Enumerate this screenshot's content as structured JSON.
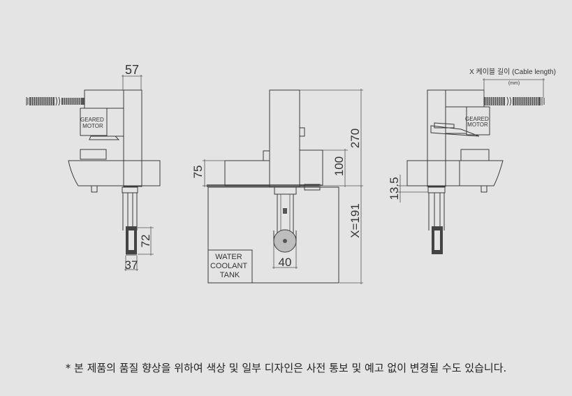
{
  "labels": {
    "geared_motor_left": [
      "GEARED",
      "MOTOR"
    ],
    "geared_motor_right": [
      "GEARED",
      "MOTOR"
    ],
    "water_tank": [
      "WATER",
      "COOLANT",
      "TANK"
    ],
    "cable_length": "X 케이블 길이 (Cable length)",
    "cable_unit": "(mm)"
  },
  "dimensions": {
    "top_width": "57",
    "blade_height": "72",
    "blade_width": "37",
    "base_height": "75",
    "total_height": "270",
    "mid_height": "100",
    "tank_depth": "X=191",
    "blade_width_front": "40",
    "right_offset": "13.5"
  },
  "footnote": "* 본 제품의 품질 향상을 위하여 색상 및 일부 디자인은 사전 통보 및 예고 없이 변경될 수도 있습니다."
}
